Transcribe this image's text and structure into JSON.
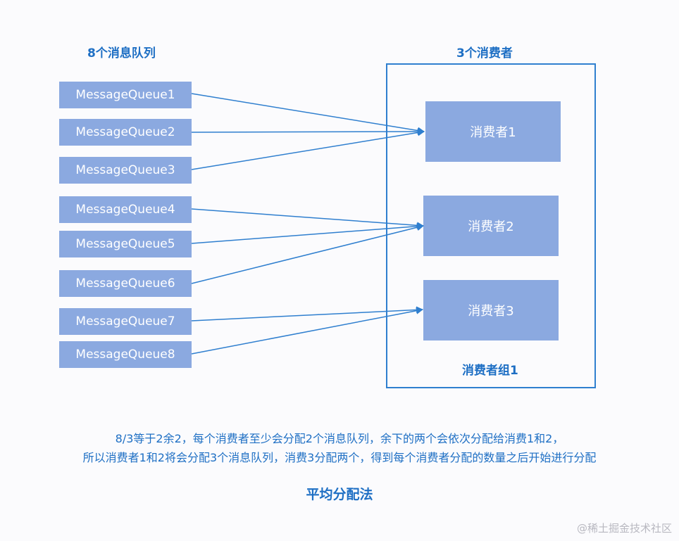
{
  "headings": {
    "queues": "8个消息队列",
    "consumers": "3个消费者"
  },
  "queues": [
    "MessageQueue1",
    "MessageQueue2",
    "MessageQueue3",
    "MessageQueue4",
    "MessageQueue5",
    "MessageQueue6",
    "MessageQueue7",
    "MessageQueue8"
  ],
  "consumers": [
    "消费者1",
    "消费者2",
    "消费者3"
  ],
  "group_label": "消费者组1",
  "description": {
    "line1": "8/3等于2余2，每个消费者至少会分配2个消息队列，余下的两个会依次分配给消费1和2，",
    "line2": "所以消费者1和2将会分配3个消息队列，消费3分配两个，得到每个消费者分配的数量之后开始进行分配"
  },
  "method_title": "平均分配法",
  "watermark": "@稀土掘金技术社区",
  "assignments": [
    {
      "queue": "MessageQueue1",
      "consumer": "消费者1"
    },
    {
      "queue": "MessageQueue2",
      "consumer": "消费者1"
    },
    {
      "queue": "MessageQueue3",
      "consumer": "消费者1"
    },
    {
      "queue": "MessageQueue4",
      "consumer": "消费者2"
    },
    {
      "queue": "MessageQueue5",
      "consumer": "消费者2"
    },
    {
      "queue": "MessageQueue6",
      "consumer": "消费者2"
    },
    {
      "queue": "MessageQueue7",
      "consumer": "消费者3"
    },
    {
      "queue": "MessageQueue8",
      "consumer": "消费者3"
    }
  ],
  "colors": {
    "box_fill": "#8ba9e0",
    "accent": "#1e6fc4",
    "arrow": "#2f7fcf"
  }
}
